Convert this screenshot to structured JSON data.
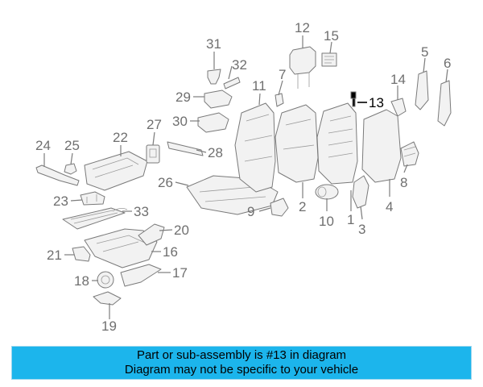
{
  "diagram": {
    "callouts": [
      "1",
      "2",
      "3",
      "4",
      "5",
      "6",
      "7",
      "8",
      "9",
      "10",
      "11",
      "12",
      "13",
      "14",
      "15",
      "16",
      "17",
      "18",
      "19",
      "20",
      "21",
      "22",
      "23",
      "24",
      "25",
      "26",
      "27",
      "28",
      "29",
      "30",
      "31",
      "32",
      "33"
    ],
    "highlighted_part": "13",
    "highlight_color": "#000000",
    "callout_color": "#6f6f6f"
  },
  "banner": {
    "line1": "Part or sub-assembly is #13 in diagram",
    "line2": "Diagram may not be specific to your vehicle",
    "background_color": "#1cb5ec"
  }
}
